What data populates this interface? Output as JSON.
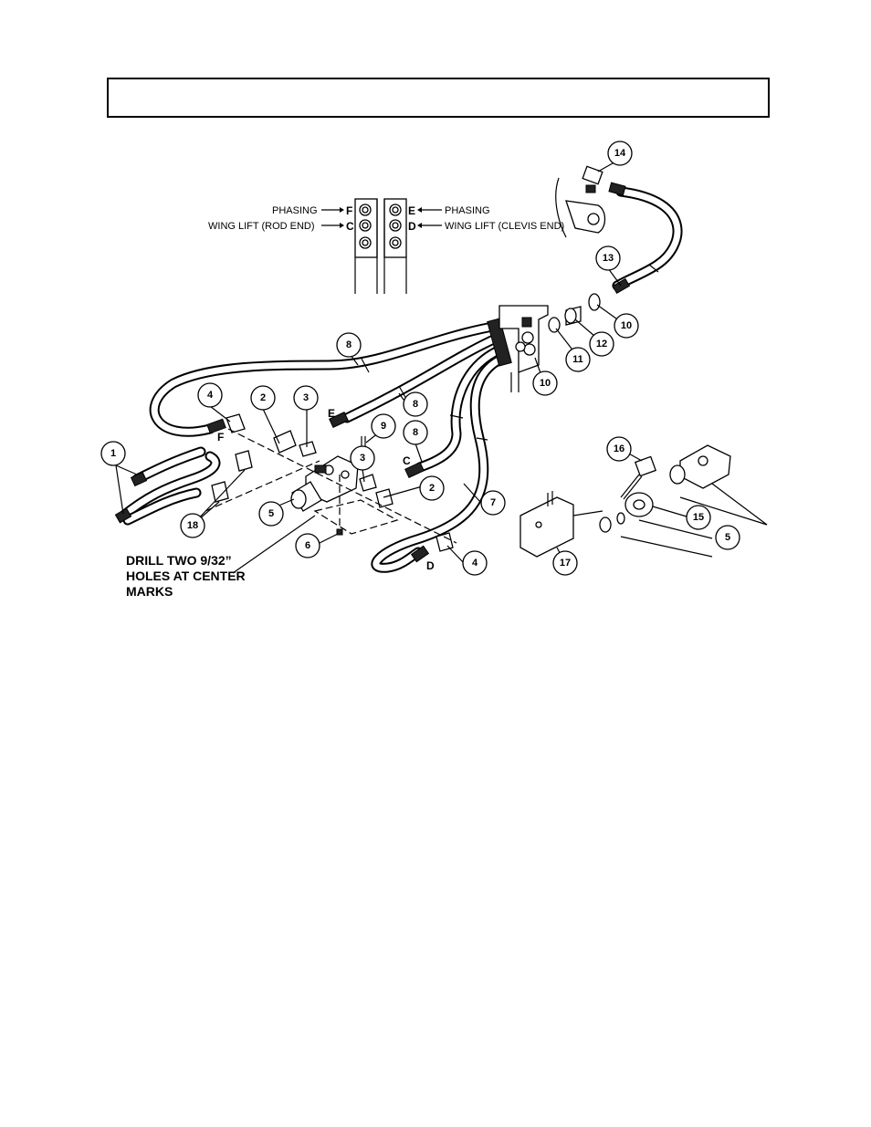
{
  "header": {
    "text": ""
  },
  "port_legend": {
    "left": [
      {
        "label": "PHASING",
        "port": "F"
      },
      {
        "label": "WING LIFT (ROD END)",
        "port": "C"
      }
    ],
    "right": [
      {
        "label": "PHASING",
        "port": "E"
      },
      {
        "label": "WING LIFT (CLEVIS END)",
        "port": "D"
      }
    ]
  },
  "callouts": [
    "1",
    "2",
    "2",
    "3",
    "3",
    "4",
    "4",
    "5",
    "5",
    "6",
    "7",
    "8",
    "8",
    "8",
    "9",
    "10",
    "10",
    "11",
    "12",
    "13",
    "14",
    "15",
    "16",
    "17",
    "18"
  ],
  "hose_ports": [
    "F",
    "E",
    "C",
    "D"
  ],
  "note": {
    "line1": "DRILL TWO 9/32”",
    "line2": "HOLES AT CENTER",
    "line3": "MARKS"
  },
  "colors": {
    "ink": "#000000",
    "paper": "#ffffff"
  }
}
